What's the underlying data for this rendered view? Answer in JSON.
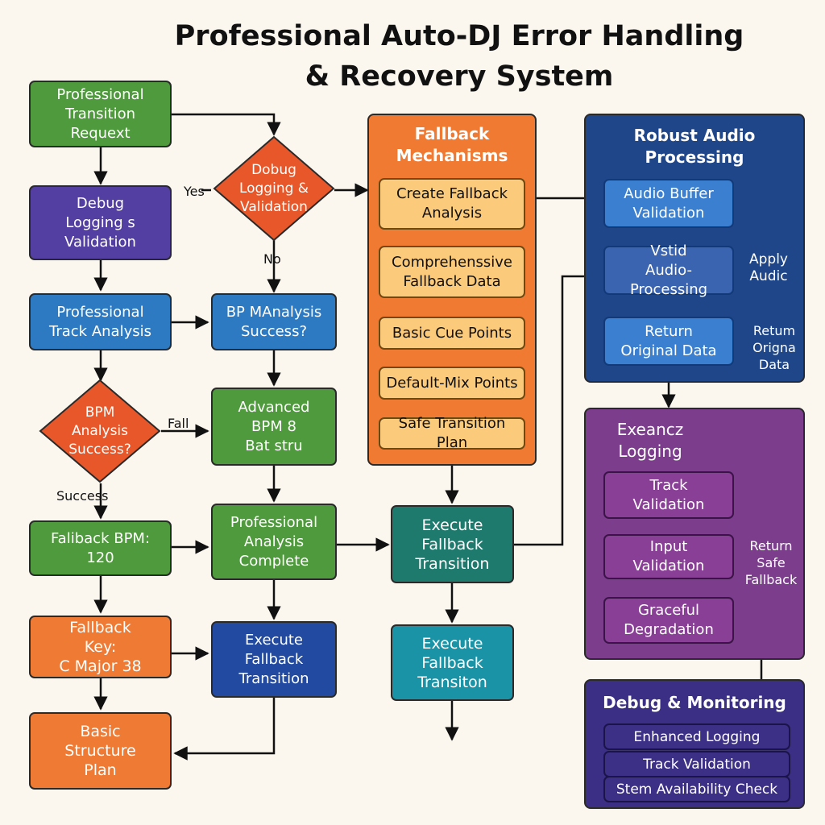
{
  "title": [
    "Professional Auto-DJ Error Handling",
    "& Recovery System"
  ],
  "nodes": {
    "transition_request": [
      "Professional",
      "Transition Requext"
    ],
    "debug_logging_left": [
      "Debug",
      "Logging s",
      "Validation"
    ],
    "track_analysis": [
      "Professional",
      "Track Analysis"
    ],
    "bpm_decision": [
      "BPM",
      "Analysis",
      "Success?"
    ],
    "fallback_bpm": [
      "Faliback BPM:",
      "120"
    ],
    "fallback_key": [
      "Fallback",
      "Key:",
      "C Major 38"
    ],
    "basic_structure": [
      "Basic",
      "Structure",
      "Plan"
    ],
    "debug_decision": [
      "Dobug",
      "Logging &",
      "Validation"
    ],
    "bp_analysis": [
      "BP MAnalysis",
      "Success?"
    ],
    "advanced_bpm": [
      "Advanced",
      "BPM 8",
      "Bat stru"
    ],
    "analysis_complete": [
      "Professional",
      "Analysis",
      "Complete"
    ],
    "execute_fallback_mid": [
      "Execute",
      "Fallback",
      "Transition"
    ],
    "execute_fallback_center": [
      "Execute",
      "Fallback",
      "Transition"
    ],
    "execute_fallback_bottom": [
      "Execute",
      "Fallback",
      "Transiton"
    ]
  },
  "fallback_panel": {
    "title": [
      "Fallback",
      "Mechanisms"
    ],
    "items": [
      [
        "Create Fallback",
        "Analysis"
      ],
      [
        "Comprehenssive",
        "Fallback Data"
      ],
      [
        "Basic Cue Points"
      ],
      [
        "Default-Mix Points"
      ],
      [
        "Safe Transition Plan"
      ]
    ]
  },
  "audio_panel": {
    "title": [
      "Robust Audio",
      "Processing"
    ],
    "items": [
      [
        "Audio Buffer",
        "Validation"
      ],
      [
        "Vstid",
        "Audio-Processing"
      ],
      [
        "Return",
        "Original Data"
      ]
    ],
    "side_apply": [
      "Apply",
      "Audic"
    ],
    "side_return": [
      "Retum",
      "Origna",
      "Data"
    ]
  },
  "logging_panel": {
    "title": [
      "Exeancz",
      "Logging"
    ],
    "items": [
      [
        "Track",
        "Validation"
      ],
      [
        "Input",
        "Validation"
      ],
      [
        "Graceful",
        "Degradation"
      ]
    ],
    "side_return": [
      "Return",
      "Safe",
      "Fallback"
    ]
  },
  "monitor_panel": {
    "title": "Debug & Monitoring",
    "items": [
      "Enhanced Logging",
      "Track Validation",
      "Stem Availability Check"
    ]
  },
  "edge_labels": {
    "yes": "Yes",
    "no": "No",
    "fail": "Fall",
    "success": "Success"
  },
  "colors": {
    "green": "#4f9a3c",
    "purple": "#533fa1",
    "blue": "#2e7ac2",
    "orange": "#ef7a33",
    "decision": "#e8572a",
    "navy": "#214aa0",
    "teal": "#1f7a6e",
    "violet": "#7b3d8c",
    "monitor": "#3c2f86"
  }
}
